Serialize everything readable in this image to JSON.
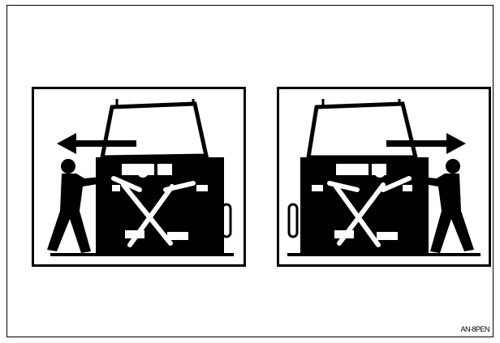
{
  "figure": {
    "reference_code": "AN-8PEN"
  },
  "panels": [
    {
      "name": "push-left",
      "arrow_direction": "left",
      "person_side": "left"
    },
    {
      "name": "push-right",
      "arrow_direction": "right",
      "person_side": "right"
    }
  ],
  "colors": {
    "ink": "#000000",
    "paper": "#ffffff"
  }
}
